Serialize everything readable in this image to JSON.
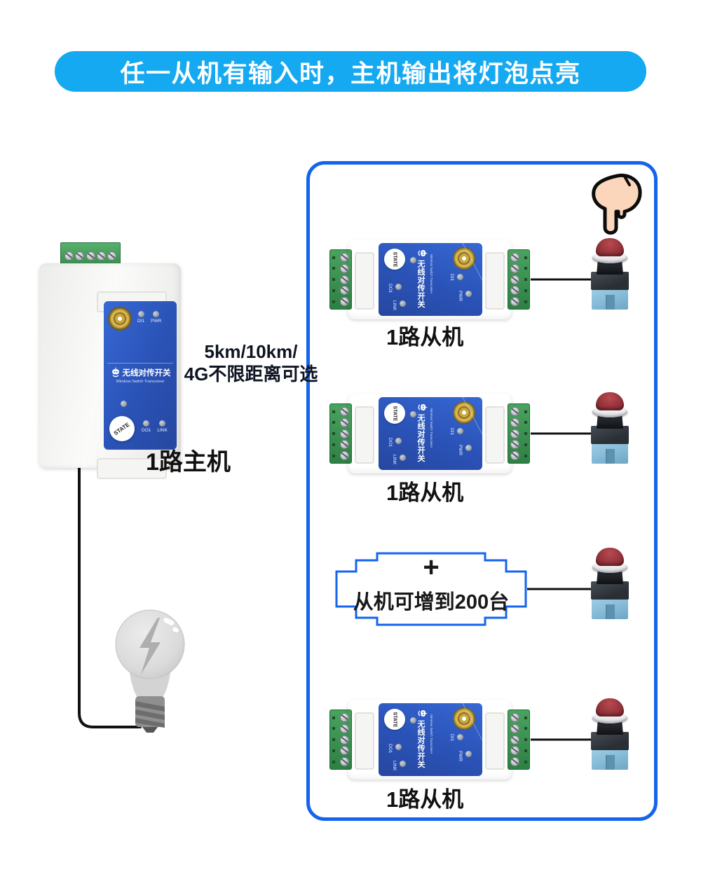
{
  "title": "任一从机有输入时，主机输出将灯泡点亮",
  "master": {
    "label": "1路主机",
    "note_line1": "5km/10km/",
    "note_line2": "4G不限距离可选"
  },
  "device_text": {
    "brand": "无线对传开关",
    "brand_sub": "Wireless Switch Transceiver",
    "state": "STATE",
    "di1": "DI1",
    "pwr": "PWR",
    "do1": "DO1",
    "link": "LINK"
  },
  "panel": {
    "slaves": [
      {
        "label": "1路从机"
      },
      {
        "label": "1路从机"
      },
      {
        "label": "1路从机"
      }
    ],
    "badge": {
      "plus": "+",
      "text": "从机可增到200台"
    }
  },
  "colors": {
    "banner_bg": "#14a9f1",
    "panel_border": "#1464ee",
    "device_panel_blue": "#2a52b6",
    "terminal_green": "#3b9a52",
    "button_cap_red": "#8e2f38",
    "button_base_blue": "#84b9d6",
    "wire": "#111111",
    "bulb_gray": "#dcdcdc"
  }
}
